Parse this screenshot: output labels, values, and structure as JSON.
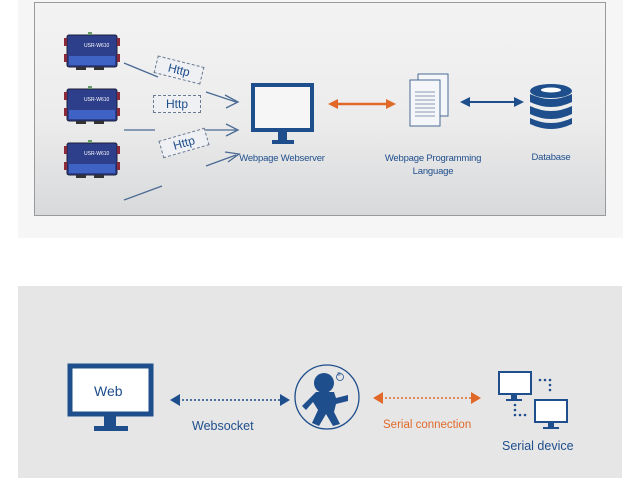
{
  "top_diagram": {
    "devices": [
      {
        "model": "USR-W610"
      },
      {
        "model": "USR-W610"
      },
      {
        "model": "USR-W610"
      }
    ],
    "protocol_labels": [
      "Http",
      "Http",
      "Http"
    ],
    "nodes": {
      "webserver": "Webpage Webserver",
      "programming_language_line1": "Webpage Programming",
      "programming_language_line2": "Language",
      "database": "Database"
    }
  },
  "bottom_diagram": {
    "web_screen_label": "Web",
    "websocket_label": "Websocket",
    "serial_connection_label": "Serial connection",
    "serial_device_label": "Serial device",
    "logo_mark": "®"
  },
  "colors": {
    "blue": "#1f4e8c",
    "orange": "#e0692a",
    "panel_gray": "#e6e6e6"
  }
}
